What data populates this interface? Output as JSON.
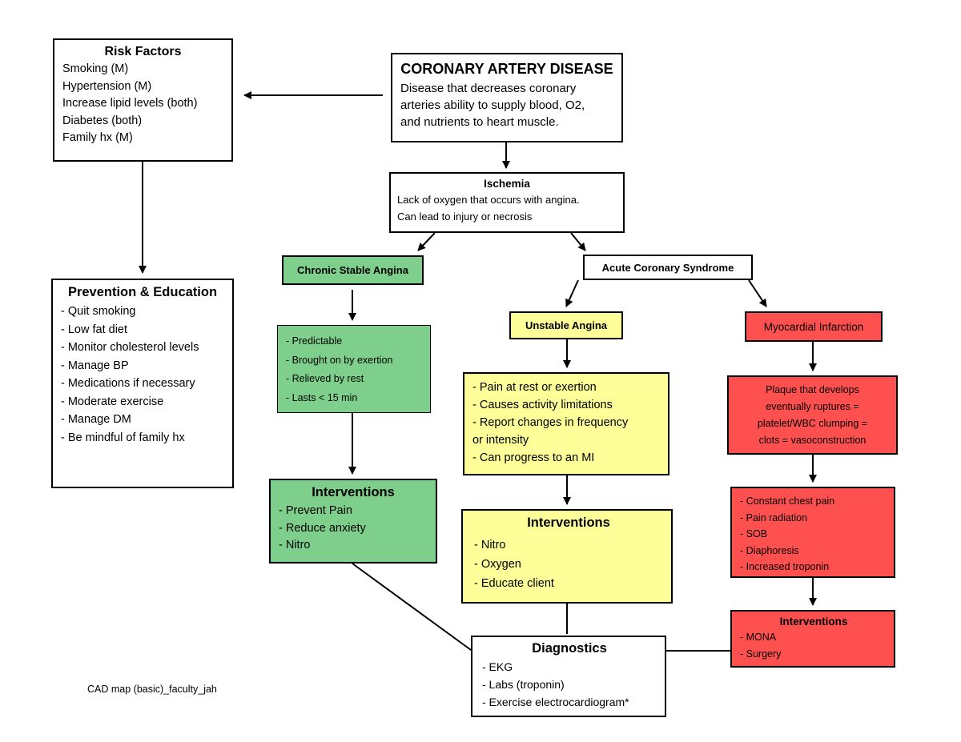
{
  "colors": {
    "green": "#7ecf8b",
    "yellow": "#ffff99",
    "red": "#ff5050",
    "white": "#ffffff",
    "line": "#000000"
  },
  "cad": {
    "title": "CORONARY ARTERY DISEASE",
    "lines": [
      "Disease that decreases coronary",
      "arteries ability to supply blood, O2,",
      "and nutrients to heart muscle."
    ]
  },
  "risk": {
    "title": "Risk Factors",
    "items": [
      "Smoking (M)",
      "Hypertension (M)",
      "Increase lipid levels (both)",
      "Diabetes (both)",
      "Family hx (M)"
    ]
  },
  "prevention": {
    "title": "Prevention & Education",
    "items": [
      "- Quit smoking",
      "- Low fat diet",
      "- Monitor cholesterol levels",
      "- Manage BP",
      "- Medications if necessary",
      "- Moderate exercise",
      "- Manage DM",
      "- Be mindful of family hx"
    ]
  },
  "ischemia": {
    "title": "Ischemia",
    "lines": [
      "Lack of oxygen that occurs with angina.",
      "Can lead to injury or necrosis"
    ]
  },
  "chronic": {
    "title": "Chronic Stable Angina",
    "items": [
      "- Predictable",
      "- Brought on by exertion",
      "- Relieved by rest",
      "- Lasts < 15 min"
    ],
    "interventions_title": "Interventions",
    "interventions": [
      "- Prevent Pain",
      "- Reduce anxiety",
      "- Nitro"
    ]
  },
  "acs": {
    "title": "Acute Coronary Syndrome"
  },
  "unstable": {
    "title": "Unstable Angina",
    "items": [
      "- Pain at rest or exertion",
      "- Causes activity limitations",
      "- Report changes in frequency",
      "or intensity",
      "- Can progress to an MI"
    ],
    "interventions_title": "Interventions",
    "interventions": [
      "- Nitro",
      "- Oxygen",
      "- Educate client"
    ]
  },
  "mi": {
    "title": "Myocardial Infarction",
    "desc": [
      "Plaque that develops",
      "eventually ruptures =",
      "platelet/WBC clumping =",
      "clots = vasoconstruction"
    ],
    "symptoms": [
      "- Constant chest pain",
      "- Pain radiation",
      "- SOB",
      "- Diaphoresis",
      "- Increased troponin"
    ],
    "interventions_title": "Interventions",
    "interventions": [
      "- MONA",
      "- Surgery"
    ]
  },
  "diagnostics": {
    "title": "Diagnostics",
    "items": [
      "- EKG",
      "- Labs (troponin)",
      "- Exercise electrocardiogram*"
    ]
  },
  "footer": "CAD map (basic)_faculty_jah"
}
